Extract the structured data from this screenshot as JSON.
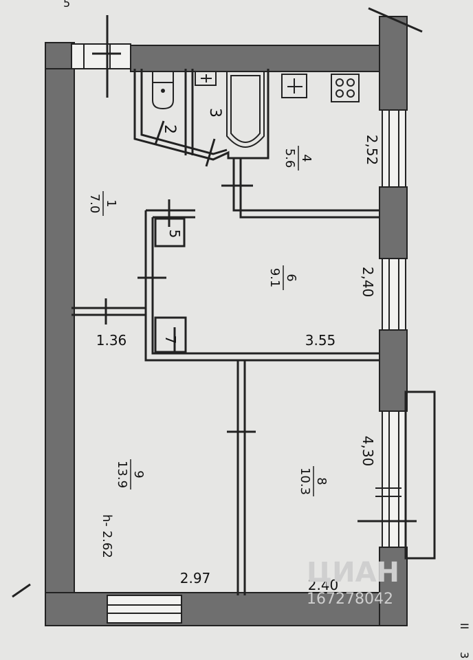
{
  "rooms": [
    {
      "number": "1",
      "area": "7.0"
    },
    {
      "number": "2",
      "area": ""
    },
    {
      "number": "3",
      "area": ""
    },
    {
      "number": "4",
      "area": "5.6"
    },
    {
      "number": "5",
      "area": ""
    },
    {
      "number": "6",
      "area": "9.1"
    },
    {
      "number": "7",
      "area": ""
    },
    {
      "number": "8",
      "area": "10.3"
    },
    {
      "number": "9",
      "area": "13.9"
    }
  ],
  "dimensions": {
    "kitchen_width": "2,52",
    "room6_width": "2,40",
    "room6_length": "3.55",
    "hall_width": "1.36",
    "room8_width": "4,30",
    "room8_length": "2.40",
    "room9_length": "2.97"
  },
  "ceiling_height": "h- 2.62",
  "watermark": {
    "brand": "ЦИАН",
    "code": "167278042"
  },
  "edge_marks": {
    "top_left": "5",
    "bottom_right": "II",
    "bottom_right_2": "3"
  }
}
